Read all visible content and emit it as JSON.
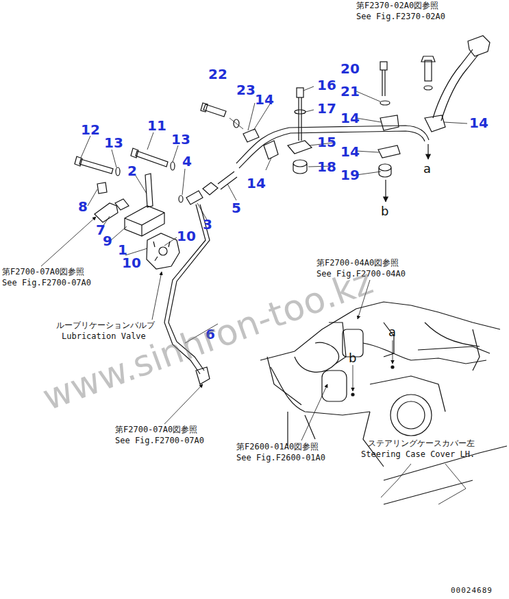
{
  "diagram": {
    "labels": [
      "第F2370-02A0図参照",
      "See Fig.F2370-02A0",
      "22",
      "23",
      "14",
      "20",
      "16",
      "21",
      "17",
      "14",
      "14",
      "15",
      "14",
      "14",
      "18",
      "19",
      "a",
      "b",
      "12",
      "13",
      "11",
      "13",
      "2",
      "4",
      "8",
      "5",
      "7",
      "9",
      "3",
      "1",
      "10",
      "10",
      "第F2700-07A0図参照",
      "See Fig.F2700-07A0",
      "ルーブリケーションバルブ",
      "Lubrication Valve",
      "6",
      "第F2700-04A0図参照",
      "See Fig.F2700-04A0",
      "a",
      "b",
      "第F2700-07A0図参照",
      "See Fig.F2700-07A0",
      "第F2600-01A0図参照",
      "See Fig.F2600-01A0",
      "ステアリングケースカバー左",
      "Steering Case Cover LH.",
      "00024689",
      "www.sinhron-too.kz"
    ]
  }
}
